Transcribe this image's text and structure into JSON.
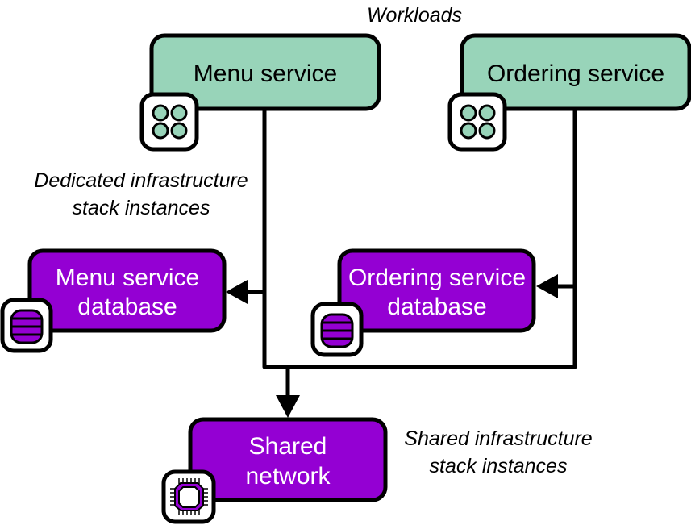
{
  "colors": {
    "workload_fill": "#98d4b9",
    "infra_fill": "#9400d3",
    "stroke": "#000000",
    "background": "#ffffff"
  },
  "labels": {
    "workloads": "Workloads",
    "dedicated_line1": "Dedicated infrastructure",
    "dedicated_line2": "stack instances",
    "shared_line1": "Shared infrastructure",
    "shared_line2": "stack instances"
  },
  "nodes": {
    "menu_service": {
      "title": "Menu service",
      "icon": "app-grid-icon"
    },
    "ordering_service": {
      "title": "Ordering service",
      "icon": "app-grid-icon"
    },
    "menu_db": {
      "line1": "Menu service",
      "line2": "database",
      "icon": "database-icon"
    },
    "ordering_db": {
      "line1": "Ordering service",
      "line2": "database",
      "icon": "database-icon"
    },
    "shared_network": {
      "line1": "Shared",
      "line2": "network",
      "icon": "chip-icon"
    }
  },
  "edges": [
    {
      "from": "Menu service",
      "to": "Menu service database"
    },
    {
      "from": "Ordering service",
      "to": "Ordering service database"
    },
    {
      "from": "Menu service",
      "to": "Shared network"
    },
    {
      "from": "Ordering service",
      "to": "Shared network"
    }
  ]
}
